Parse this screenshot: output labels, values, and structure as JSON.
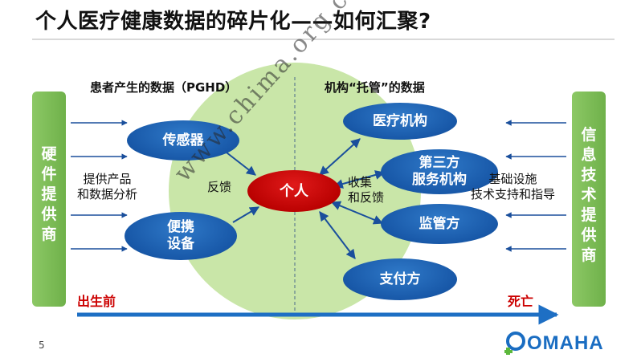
{
  "title": "个人医疗健康数据的碎片化——如何汇聚?",
  "headers": {
    "left": "患者产生的数据（PGHD）",
    "right": "机构“托管”的数据"
  },
  "left_bar": {
    "text": "硬件提供商"
  },
  "right_bar": {
    "text": "信息技术提供商"
  },
  "nodes": {
    "center": "个人",
    "sensor": "传感器",
    "portable": "便携\n设备",
    "hospital": "医疗机构",
    "third_party": "第三方\n服务机构",
    "regulator": "监管方",
    "payer": "支付方"
  },
  "labels": {
    "left_provide": "提供产品\n和数据分析",
    "feedback": "反馈",
    "collect": "收集\n和反馈",
    "right_support": "基础设施\n技术支持和指导"
  },
  "timeline": {
    "start": "出生前",
    "end": "死亡"
  },
  "watermark": "www.chima.org.cn",
  "page_number": "5",
  "logo": "OMAHA",
  "colors": {
    "blue": "#1a5fae",
    "green": "#7fbf58",
    "light_green": "#c9e6a8",
    "red": "#cc0000",
    "timeline_blue": "#1e6fc4",
    "logo_blue": "#1a6dc2",
    "logo_green": "#5cb83c"
  }
}
